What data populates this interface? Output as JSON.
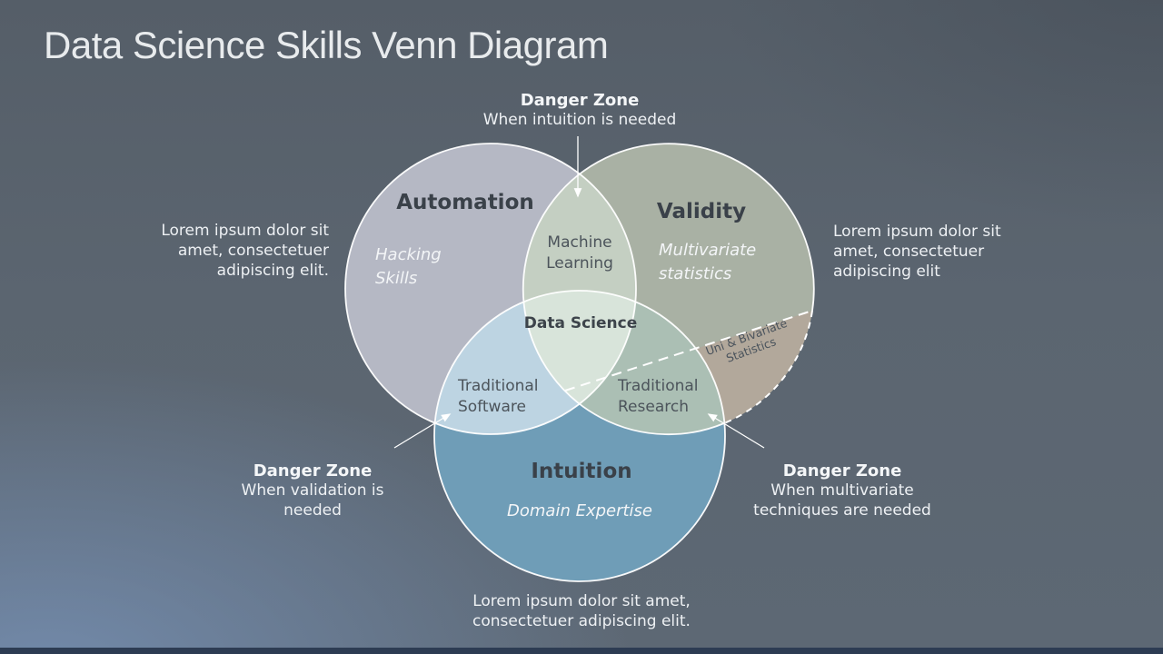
{
  "slide": {
    "title": "Data Science Skills Venn Diagram",
    "background_base_color": "#5b6570",
    "background_blue_glow_color": "#7690b4",
    "bottom_bar_color": "#2d3c53",
    "outline_color": "#ffffff"
  },
  "circles": {
    "automation": {
      "label": "Automation",
      "sublabel": "Hacking Skills",
      "fill": "#b5b8c4"
    },
    "validity": {
      "label": "Validity",
      "sublabel": "Multivariate statistics",
      "fill": "#a9b1a4"
    },
    "intuition": {
      "label": "Intuition",
      "sublabel": "Domain Expertise",
      "fill": "#6f9db7"
    }
  },
  "intersections": {
    "machine_learning": {
      "label": "Machine Learning",
      "fill": "#c4cfc2"
    },
    "traditional_software": {
      "label": "Traditional Software",
      "fill": "#bdd4e2"
    },
    "traditional_research": {
      "label": "Traditional Research",
      "fill": "#abbfb4"
    },
    "data_science": {
      "label": "Data Science",
      "fill": "#d8e4da"
    }
  },
  "wedge": {
    "label": "Uni & Bivariate Statistics",
    "fill": "#b2a89b"
  },
  "danger_zones": {
    "top": {
      "title": "Danger Zone",
      "text": "When intuition is needed"
    },
    "left": {
      "title": "Danger Zone",
      "text": "When validation is needed"
    },
    "right": {
      "title": "Danger Zone",
      "text": "When multivariate techniques are needed"
    }
  },
  "notes": {
    "left": "Lorem ipsum dolor sit amet, consectetuer adipiscing elit.",
    "right": "Lorem ipsum dolor sit amet, consectetuer adipiscing elit",
    "bottom": "Lorem ipsum dolor sit amet, consectetuer adipiscing elit."
  }
}
